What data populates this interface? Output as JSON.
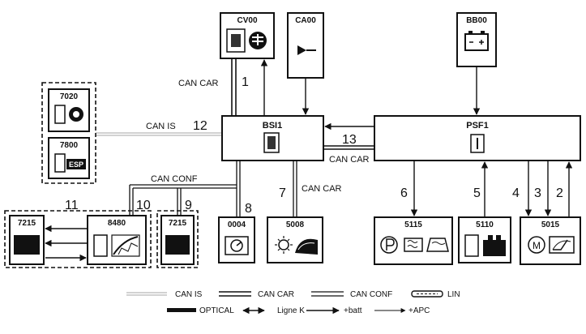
{
  "modules": {
    "cv00": "CV00",
    "ca00": "CA00",
    "bb00": "BB00",
    "m7020": "7020",
    "m7800": "7800",
    "bsi1": "BSI1",
    "psf1": "PSF1",
    "m7215_left": "7215",
    "m8480": "8480",
    "m7215_mid": "7215",
    "m0004": "0004",
    "m5008": "5008",
    "m5115": "5115",
    "m5110": "5110",
    "m5015": "5015",
    "esp_text": "ESP"
  },
  "links": {
    "n1": "1",
    "n2": "2",
    "n3": "3",
    "n4": "4",
    "n5": "5",
    "n6": "6",
    "n7": "7",
    "n8": "8",
    "n9": "9",
    "n10": "10",
    "n11": "11",
    "n12": "12",
    "n13": "13"
  },
  "bus_labels": {
    "can_car_top": "CAN CAR",
    "can_is": "CAN IS",
    "can_car_13": "CAN CAR",
    "can_conf": "CAN CONF",
    "can_car_7": "CAN CAR"
  },
  "legend": {
    "can_is": "CAN IS",
    "can_car": "CAN CAR",
    "can_conf": "CAN CONF",
    "lin": "LIN",
    "optical": "OPTICAL",
    "ligne_k": "Ligne K",
    "batt": "+batt",
    "apc": "+APC"
  }
}
